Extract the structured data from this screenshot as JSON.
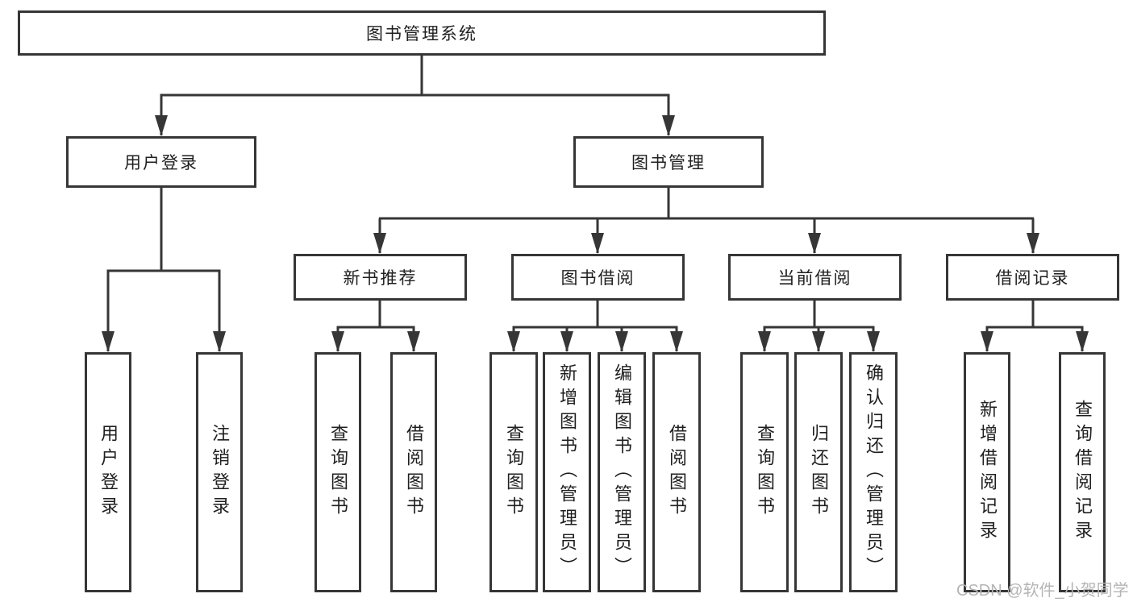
{
  "palette": {
    "line_color": "#363636",
    "text_color": "#1f1f1f",
    "background": "#ffffff",
    "watermark_color": "#b5b5b5"
  },
  "watermark": {
    "text": "CSDN @软件_小贺同学"
  },
  "tree": {
    "root": {
      "label": "图书管理系统",
      "children": [
        {
          "label": "用户登录",
          "children": [
            {
              "label": "用户登录"
            },
            {
              "label": "注销登录"
            }
          ]
        },
        {
          "label": "图书管理",
          "children": [
            {
              "label": "新书推荐",
              "children": [
                {
                  "label": "查询图书"
                },
                {
                  "label": "借阅图书"
                }
              ]
            },
            {
              "label": "图书借阅",
              "children": [
                {
                  "label": "查询图书"
                },
                {
                  "label": "新增图书（管理员）"
                },
                {
                  "label": "编辑图书（管理员）"
                },
                {
                  "label": "借阅图书"
                }
              ]
            },
            {
              "label": "当前借阅",
              "children": [
                {
                  "label": "查询图书"
                },
                {
                  "label": "归还图书"
                },
                {
                  "label": "确认归还（管理员）"
                }
              ]
            },
            {
              "label": "借阅记录",
              "children": [
                {
                  "label": "新增借阅记录"
                },
                {
                  "label": "查询借阅记录"
                }
              ]
            }
          ]
        }
      ]
    }
  }
}
